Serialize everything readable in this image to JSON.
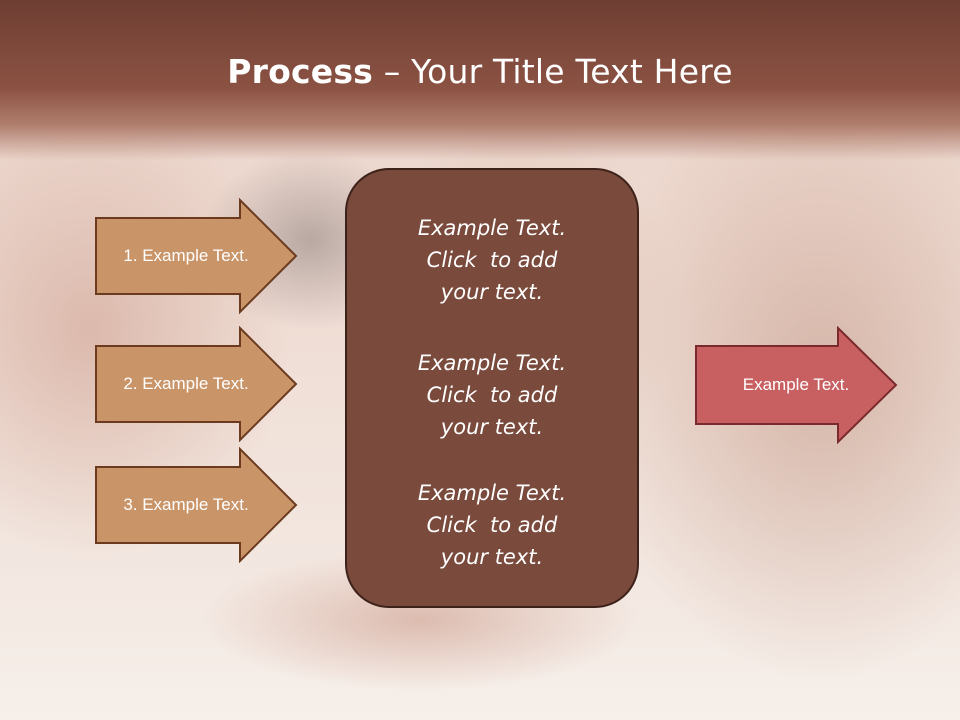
{
  "title": {
    "bold": "Process",
    "rest": " – Your Title Text Here"
  },
  "left_steps": [
    {
      "label": "1. Example Text."
    },
    {
      "label": "2. Example Text."
    },
    {
      "label": "3. Example Text."
    }
  ],
  "center_blocks": [
    {
      "line1": "Example Text.",
      "line2": "Click  to add",
      "line3": "your text."
    },
    {
      "line1": "Example Text.",
      "line2": "Click  to add",
      "line3": "your text."
    },
    {
      "line1": "Example Text.",
      "line2": "Click  to add",
      "line3": "your text."
    }
  ],
  "result": {
    "label": "Example Text."
  },
  "colors": {
    "title_band": "#8b5243",
    "left_arrow_fill": "#c99468",
    "left_arrow_stroke": "#6b3a1f",
    "center_box_fill": "#7a4a3c",
    "result_arrow_fill": "#c86062",
    "result_arrow_stroke": "#7a2a2c"
  }
}
